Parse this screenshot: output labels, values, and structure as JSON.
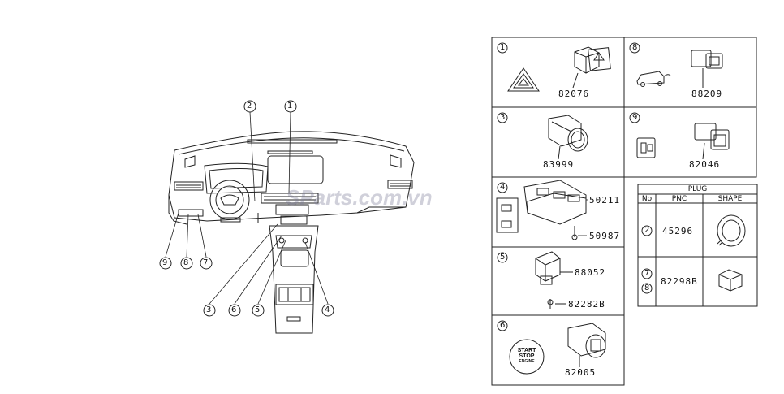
{
  "watermark": "SParts.com.vn",
  "dash_callouts": [
    "1",
    "2",
    "3",
    "4",
    "5",
    "6",
    "7",
    "8",
    "9"
  ],
  "boxes": [
    {
      "no": "1",
      "parts": [
        "82076"
      ]
    },
    {
      "no": "8",
      "parts": [
        "88209"
      ]
    },
    {
      "no": "3",
      "parts": [
        "83999"
      ]
    },
    {
      "no": "9",
      "parts": [
        "82046"
      ]
    },
    {
      "no": "4",
      "parts": [
        "50211",
        "50987"
      ]
    },
    {
      "no": "5",
      "parts": [
        "88052",
        "82282B"
      ]
    },
    {
      "no": "6",
      "parts": [
        "82005"
      ],
      "button_text": [
        "START",
        "STOP",
        "ENGINE"
      ]
    }
  ],
  "plug_table": {
    "title": "PLUG",
    "headers": [
      "No",
      "PNC",
      "SHAPE"
    ],
    "rows": [
      {
        "nos": [
          "2"
        ],
        "pnc": "45296"
      },
      {
        "nos": [
          "7",
          "8"
        ],
        "pnc": "82298B"
      }
    ]
  },
  "colors": {
    "line": "#222222",
    "watermark": "#7878a0"
  }
}
